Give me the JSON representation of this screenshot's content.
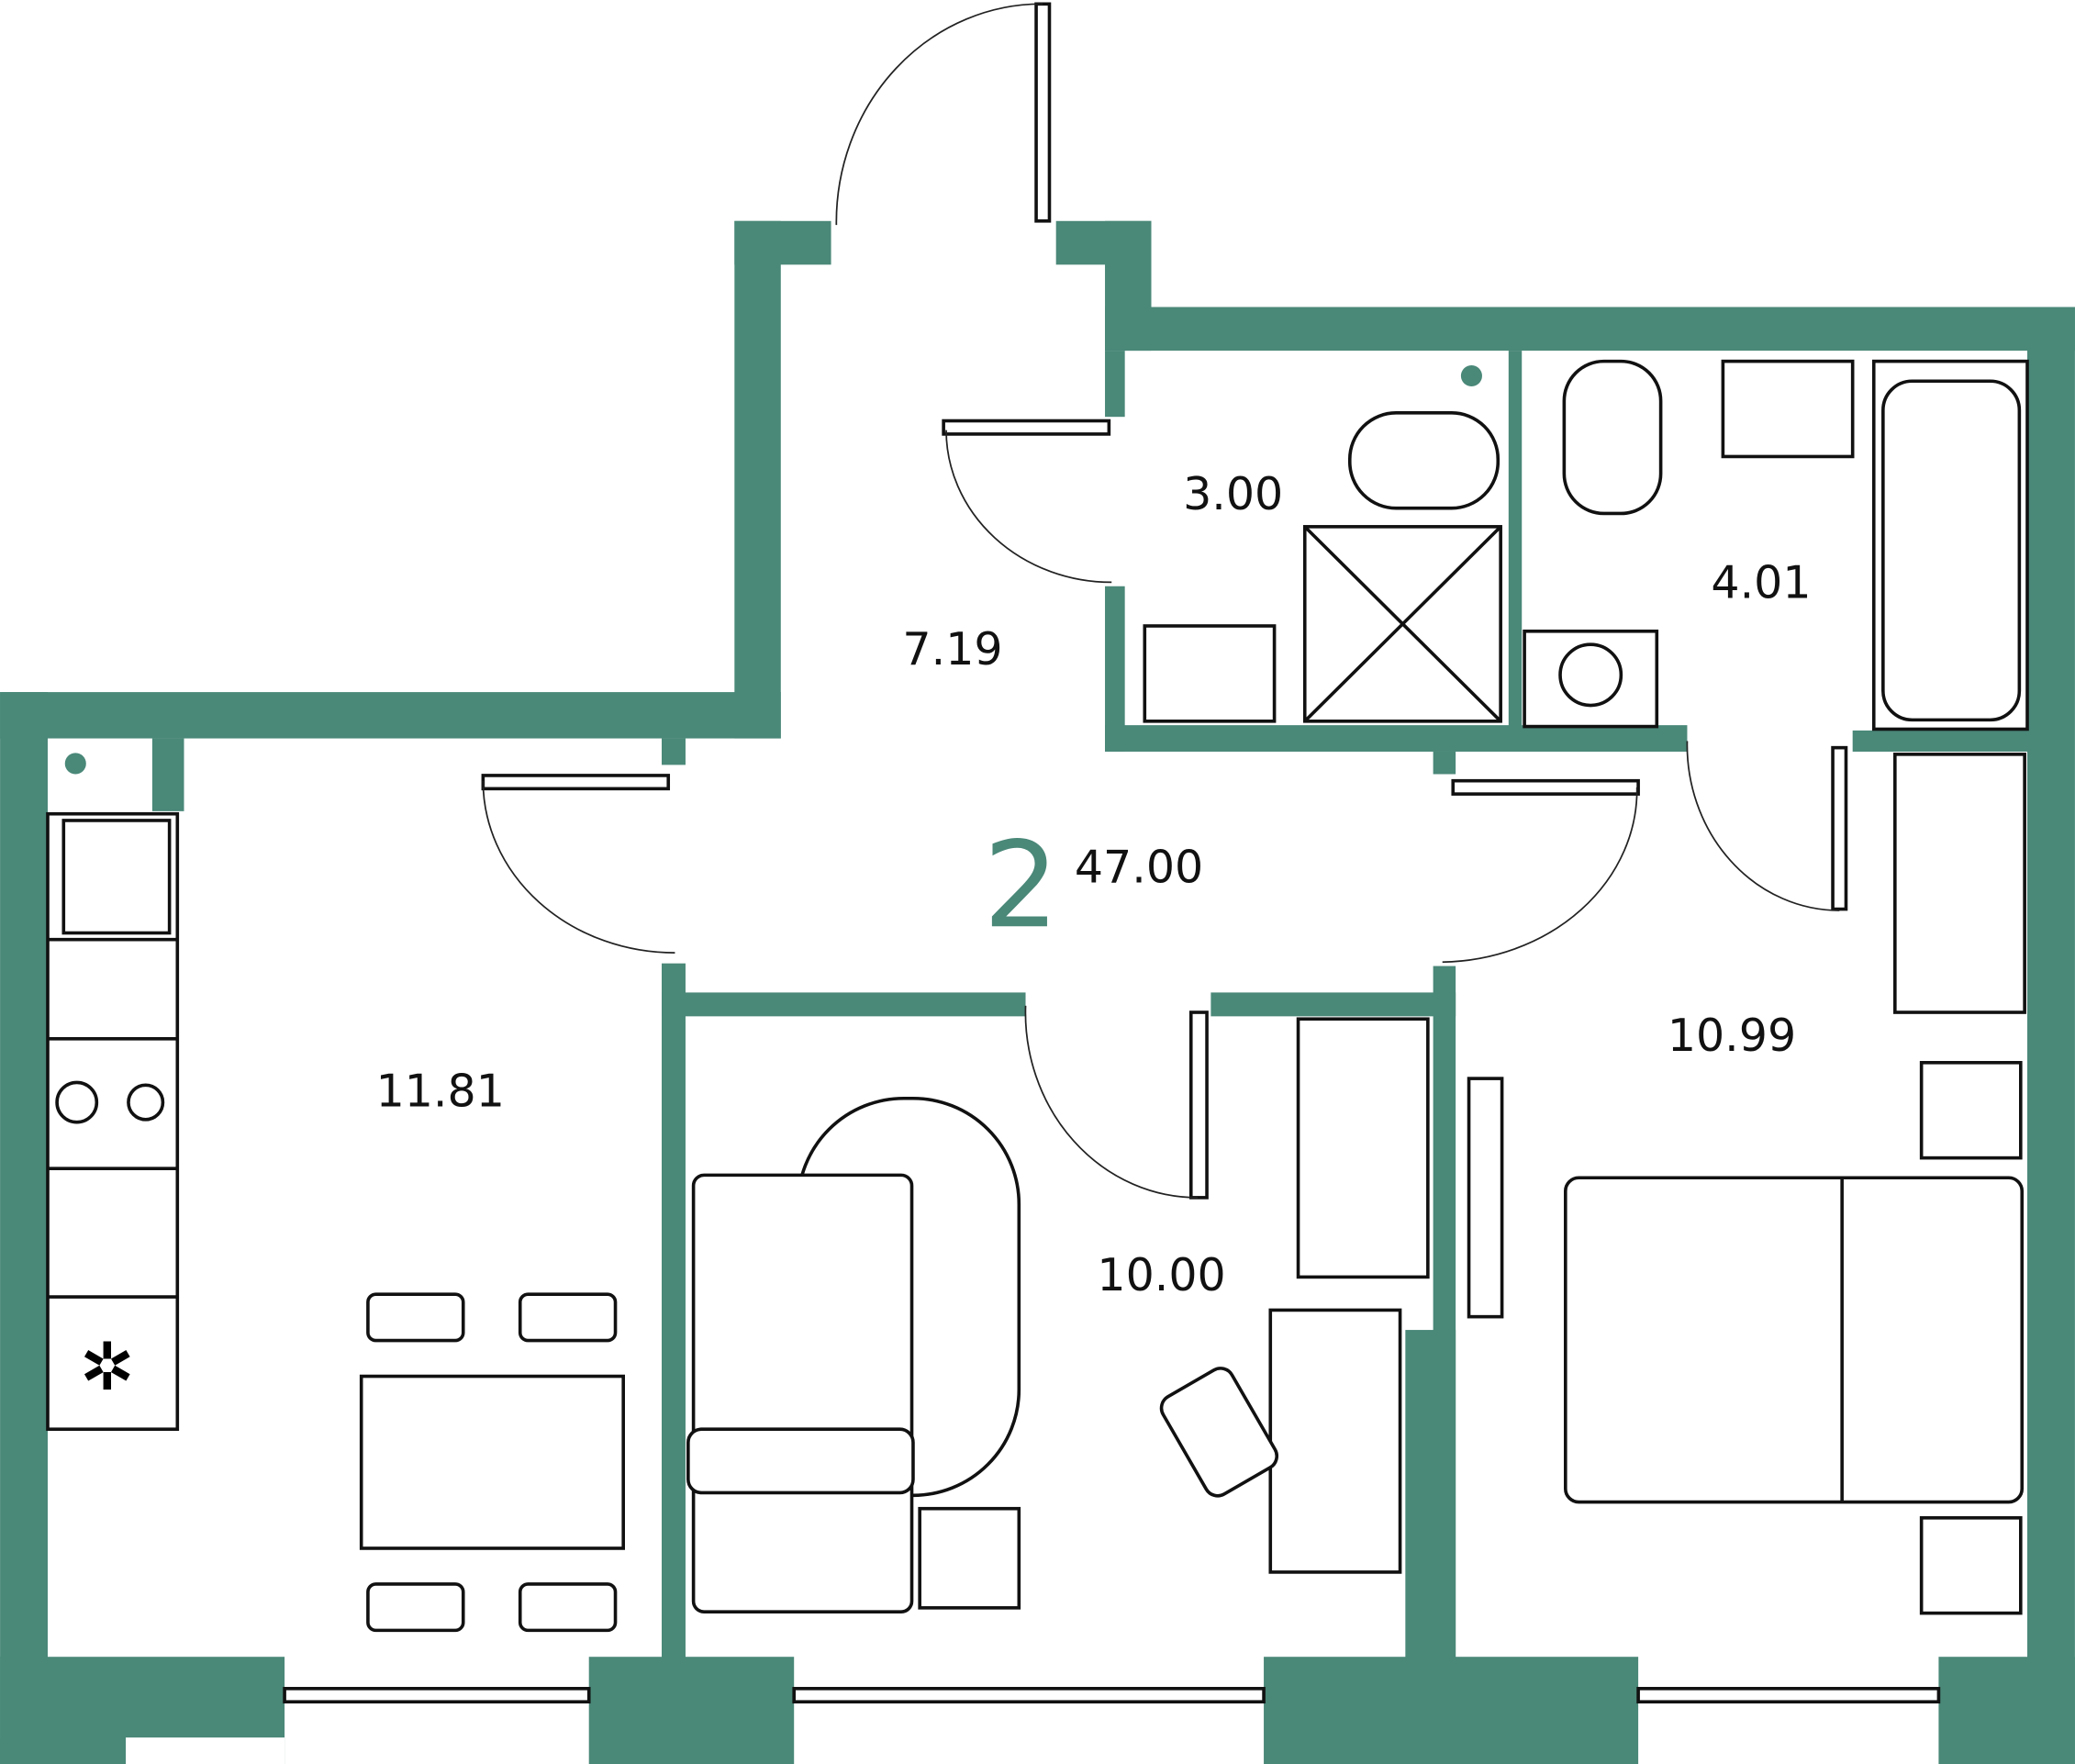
{
  "plan": {
    "room_count": "2",
    "total_area": "47.00",
    "wall_color": "#4a8878",
    "rooms": {
      "hall": "7.19",
      "wc": "3.00",
      "bathroom": "4.01",
      "kitchen": "11.81",
      "living_room": "10.00",
      "bedroom": "10.99"
    }
  }
}
